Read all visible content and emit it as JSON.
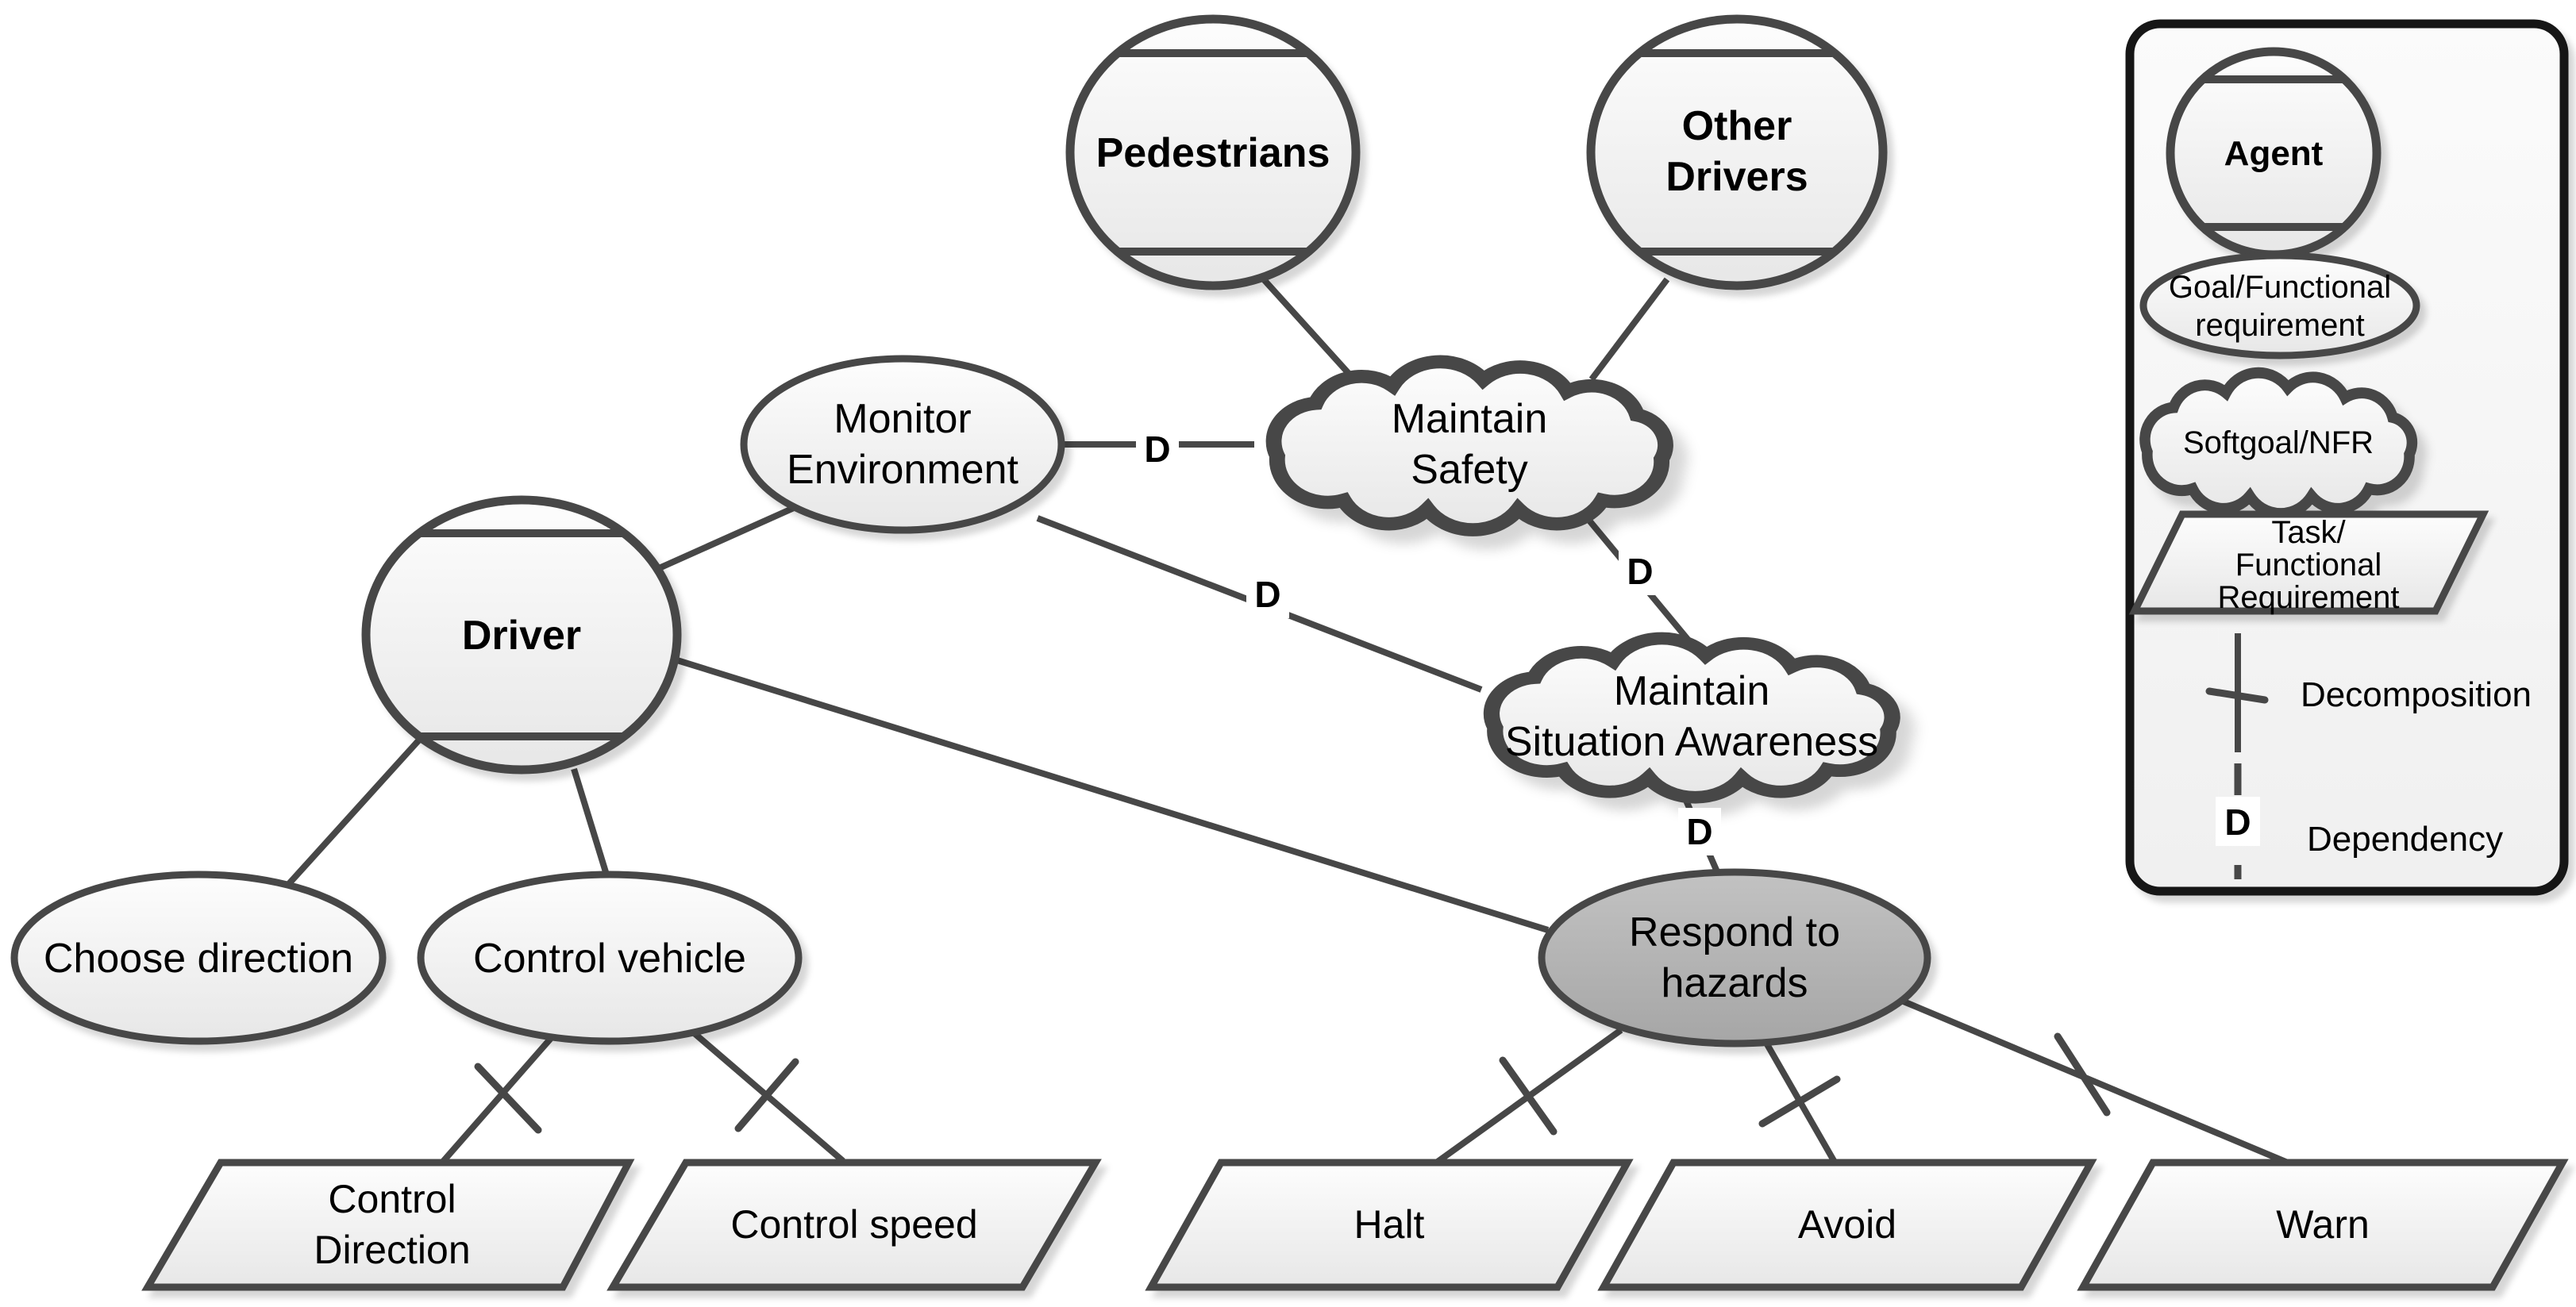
{
  "title": "Driver goal model diagram",
  "dependency_marker": "D",
  "nodes": {
    "pedestrians": {
      "type": "agent",
      "label": "Pedestrians"
    },
    "other_drivers": {
      "type": "agent",
      "lines": [
        "Other",
        "Drivers"
      ]
    },
    "driver": {
      "type": "agent",
      "label": "Driver"
    },
    "monitor_environment": {
      "type": "goal",
      "lines": [
        "Monitor",
        "Environment"
      ]
    },
    "maintain_safety": {
      "type": "softgoal",
      "lines": [
        "Maintain",
        "Safety"
      ]
    },
    "maintain_situation_awareness": {
      "type": "softgoal",
      "lines": [
        "Maintain",
        "Situation Awareness"
      ]
    },
    "respond_to_hazards": {
      "type": "goal-highlighted",
      "lines": [
        "Respond to",
        "hazards"
      ]
    },
    "choose_direction": {
      "type": "goal",
      "label": "Choose direction"
    },
    "control_vehicle": {
      "type": "goal",
      "label": "Control vehicle"
    },
    "control_direction": {
      "type": "task",
      "lines": [
        "Control",
        "Direction"
      ]
    },
    "control_speed": {
      "type": "task",
      "label": "Control speed"
    },
    "halt": {
      "type": "task",
      "label": "Halt"
    },
    "avoid": {
      "type": "task",
      "label": "Avoid"
    },
    "warn": {
      "type": "task",
      "label": "Warn"
    }
  },
  "edges": [
    {
      "from": "pedestrians",
      "to": "maintain_safety",
      "type": "association"
    },
    {
      "from": "other_drivers",
      "to": "maintain_safety",
      "type": "association"
    },
    {
      "from": "monitor_environment",
      "to": "maintain_safety",
      "type": "dependency",
      "label": "D"
    },
    {
      "from": "driver",
      "to": "monitor_environment",
      "type": "association"
    },
    {
      "from": "monitor_environment",
      "to": "maintain_situation_awareness",
      "type": "dependency",
      "label": "D"
    },
    {
      "from": "maintain_safety",
      "to": "maintain_situation_awareness",
      "type": "dependency",
      "label": "D"
    },
    {
      "from": "maintain_situation_awareness",
      "to": "respond_to_hazards",
      "type": "dependency",
      "label": "D"
    },
    {
      "from": "driver",
      "to": "respond_to_hazards",
      "type": "association"
    },
    {
      "from": "driver",
      "to": "choose_direction",
      "type": "association"
    },
    {
      "from": "driver",
      "to": "control_vehicle",
      "type": "association"
    },
    {
      "from": "control_vehicle",
      "to": "control_direction",
      "type": "decomposition"
    },
    {
      "from": "control_vehicle",
      "to": "control_speed",
      "type": "decomposition"
    },
    {
      "from": "respond_to_hazards",
      "to": "halt",
      "type": "decomposition"
    },
    {
      "from": "respond_to_hazards",
      "to": "avoid",
      "type": "decomposition"
    },
    {
      "from": "respond_to_hazards",
      "to": "warn",
      "type": "decomposition"
    }
  ],
  "legend": {
    "agent": "Agent",
    "goal_lines": [
      "Goal/Functional",
      "requirement"
    ],
    "softgoal": "Softgoal/NFR",
    "task_lines": [
      "Task/",
      "Functional",
      "Requirement"
    ],
    "decomposition": "Decomposition",
    "dependency": "Dependency"
  },
  "colors": {
    "stroke": "#474747",
    "node_fill_top": "#fdfdfd",
    "node_fill_bottom": "#e7e7e7",
    "highlight_fill_top": "#c2c2c2",
    "highlight_fill_bottom": "#a6a6a6",
    "legend_border": "#141414",
    "background": "#ffffff"
  }
}
